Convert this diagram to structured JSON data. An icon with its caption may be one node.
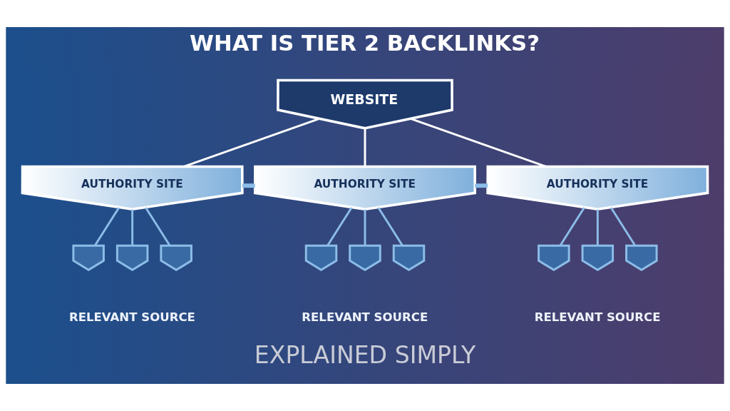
{
  "diagram": {
    "title": "WHAT IS TIER 2 BACKLINKS?",
    "caption": "EXPLAINED SIMPLY",
    "nodes": [
      {
        "text": [
          "WEBSITE"
        ]
      },
      {
        "text": [
          "AUTHORITY SITE"
        ]
      },
      {
        "text": [
          "AUTHORITY SITE"
        ]
      },
      {
        "text": [
          "AUTHORITY SITE"
        ]
      },
      {
        "text": [],
        "shape": "shield"
      },
      {
        "text": [],
        "shape": "shield"
      },
      {
        "text": [],
        "shape": "shield"
      },
      {
        "text": [],
        "shape": "shield"
      },
      {
        "text": [],
        "shape": "shield"
      },
      {
        "text": [],
        "shape": "shield"
      },
      {
        "text": [],
        "shape": "shield"
      },
      {
        "text": [],
        "shape": "shield"
      },
      {
        "text": [],
        "shape": "shield"
      }
    ],
    "edges": [
      {
        "from": 0,
        "to": 1,
        "arrow": "none",
        "color": "#ffffff"
      },
      {
        "from": 0,
        "to": 2,
        "arrow": "none",
        "color": "#ffffff"
      },
      {
        "from": 0,
        "to": 3,
        "arrow": "none",
        "color": "#ffffff"
      },
      {
        "from": 1,
        "to": 2,
        "arrow": "none",
        "style": "thick"
      },
      {
        "from": 2,
        "to": 3,
        "arrow": "none",
        "style": "thick"
      },
      {
        "from": 1,
        "to": 4,
        "arrow": "none"
      },
      {
        "from": 1,
        "to": 5,
        "arrow": "none"
      },
      {
        "from": 1,
        "to": 6,
        "arrow": "none"
      },
      {
        "from": 2,
        "to": 7,
        "arrow": "none"
      },
      {
        "from": 2,
        "to": 8,
        "arrow": "none"
      },
      {
        "from": 2,
        "to": 9,
        "arrow": "none"
      },
      {
        "from": 3,
        "to": 10,
        "arrow": "none"
      },
      {
        "from": 3,
        "to": 11,
        "arrow": "none"
      },
      {
        "from": 3,
        "to": 12,
        "arrow": "none"
      }
    ],
    "labels": [
      "RELEVANT SOURCE",
      "RELEVANT SOURCE",
      "RELEVANT SOURCE"
    ]
  }
}
